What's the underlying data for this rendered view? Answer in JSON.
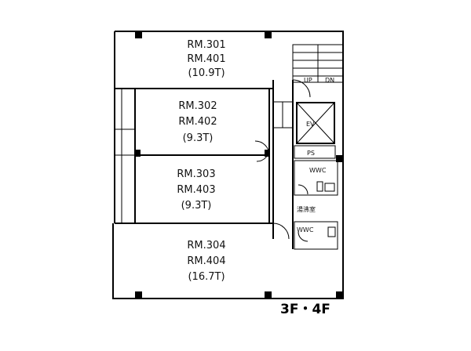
{
  "rooms": [
    {
      "lines": [
        "RM.301",
        "RM.401",
        "(10.9T)"
      ]
    },
    {
      "lines": [
        "RM.302",
        "RM.402",
        "(9.3T)"
      ]
    },
    {
      "lines": [
        "RM.303",
        "RM.403",
        "(9.3T)"
      ]
    },
    {
      "lines": [
        "RM.304",
        "RM.404",
        "(16.7T)"
      ]
    }
  ],
  "core": {
    "elevator": "EV",
    "pipe_shaft": "PS",
    "wc_upper": "WWC",
    "wc_lower": "WWC",
    "kitchen": "湯沸室",
    "stair_up": "UP",
    "stair_down": "DN"
  },
  "caption": "3F・4F"
}
